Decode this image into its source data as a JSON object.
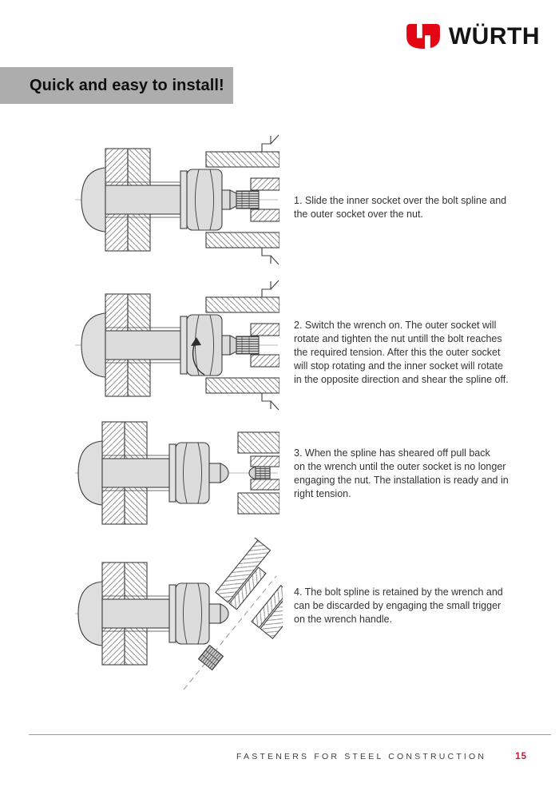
{
  "colors": {
    "brand_red": "#e30613",
    "page_number_red": "#c41734",
    "banner_bg": "#adadad",
    "text_dark": "#2e2e2e"
  },
  "logo": {
    "wordmark": "WÜRTH",
    "emblem_icon": "wuerth-emblem"
  },
  "banner": {
    "title": "Quick and easy to install!"
  },
  "steps": [
    {
      "text": "1. Slide the inner socket over the bolt spline and\nthe outer socket over the nut.",
      "illustration": "inner-socket-over-bolt-spline-outer-socket-over-nut"
    },
    {
      "text": "2. Switch the wrench on. The outer socket will\nrotate and tighten the nut untill the bolt reaches\nthe required tension. After this the outer socket\nwill stop rotating and the inner socket will rotate\nin the opposite direction and shear the spline off.",
      "illustration": "wrench-on-socket-rotating-nut-arrow"
    },
    {
      "text": "3. When the spline has sheared off pull back\non the wrench until the outer socket is no longer\nengaging the nut. The installation is ready and in\nright tension.",
      "illustration": "wrench-pulled-back-sheared-spline-in-socket"
    },
    {
      "text": "4. The bolt spline is retained by the wrench and\ncan be discarded by engaging the small trigger\non the wrench handle.",
      "illustration": "tilted-wrench-discarding-bolt-spline"
    }
  ],
  "footer": {
    "caption": "FASTENERS FOR STEEL CONSTRUCTION",
    "page_number": "15"
  }
}
